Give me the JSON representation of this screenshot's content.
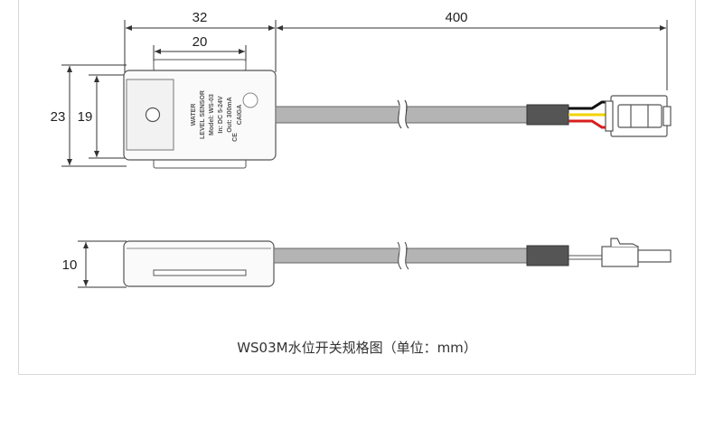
{
  "dimensions": {
    "body_width": "32",
    "inner_width": "20",
    "cable_length": "400",
    "body_height": "23",
    "inner_height": "19",
    "thickness": "10"
  },
  "sensor_label": {
    "line1": "WATER",
    "line2": "LEVEL SENSOR",
    "line3": "Model: WS-03",
    "line4": "In: DC 5-24V",
    "line5": "Out: 300mA",
    "brand": "CAIGA",
    "mark": "CE"
  },
  "caption": "WS03M水位开关规格图（单位：mm）",
  "colors": {
    "wire_black": "#111111",
    "wire_yellow": "#f2d200",
    "wire_red": "#d81e1e",
    "cable": "#b4b4b4",
    "sleeve": "#555555"
  }
}
